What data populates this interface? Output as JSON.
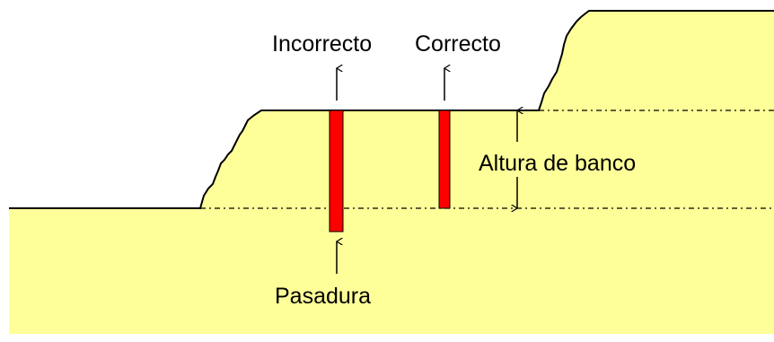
{
  "labels": {
    "incorrect": "Incorrecto",
    "correct": "Correcto",
    "bench_height": "Altura de banco",
    "subdrill": "Pasadura"
  },
  "colors": {
    "ground": "#ffff99",
    "hole": "#ff0000",
    "outline": "#000000",
    "background": "#ffffff"
  }
}
